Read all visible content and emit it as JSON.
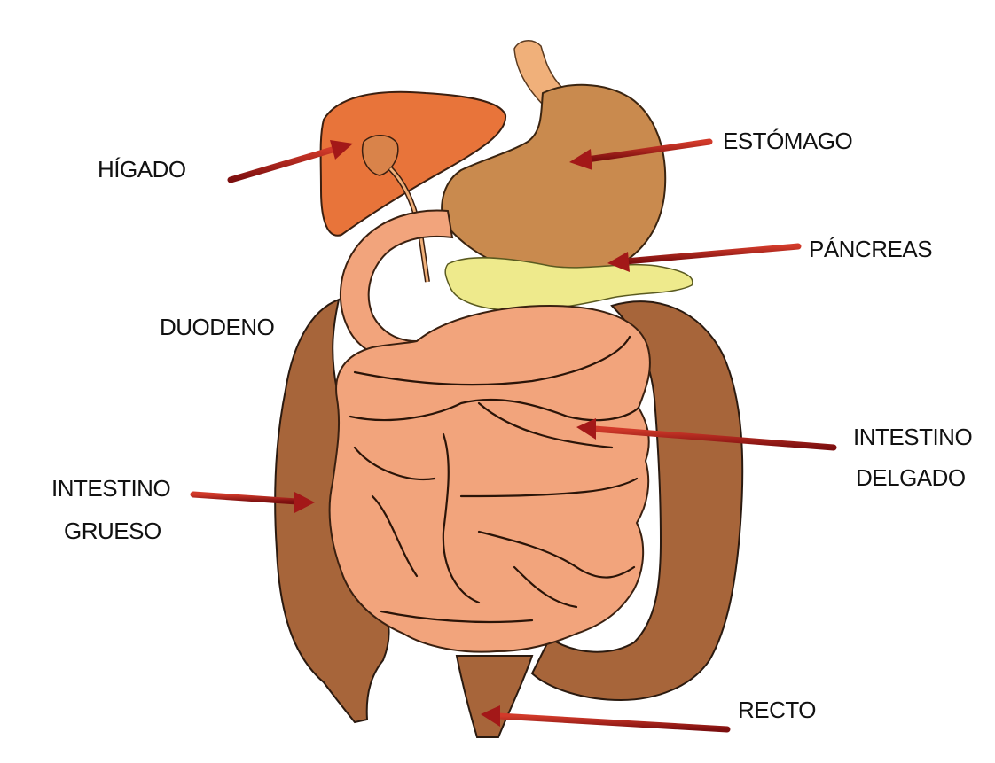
{
  "labels": {
    "higado": "HÍGADO",
    "estomago": "ESTÓMAGO",
    "pancreas": "PÁNCREAS",
    "duodeno": "DUODENO",
    "intestino_delgado_1": "INTESTINO",
    "intestino_delgado_2": "DELGADO",
    "intestino_grueso_1": "INTESTINO",
    "intestino_grueso_2": "GRUESO",
    "recto": "RECTO"
  },
  "colors": {
    "liver": "#E8743A",
    "stomach": "#C98A4E",
    "esophagus": "#F0B07A",
    "pancreas": "#EEEA8C",
    "small_intestine": "#F2A47C",
    "large_intestine": "#A7653A",
    "arrow": "#A31818"
  }
}
